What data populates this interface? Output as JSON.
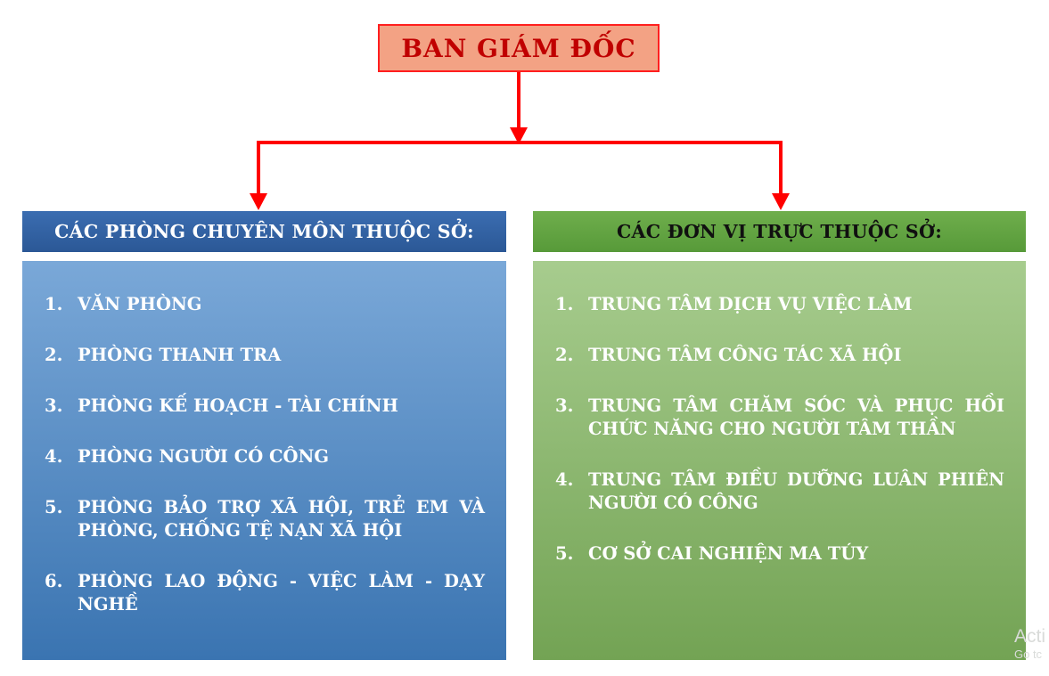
{
  "director": {
    "label": "BAN GIÁM ĐỐC"
  },
  "left_panel": {
    "header": "CÁC PHÒNG CHUYÊN MÔN THUỘC SỞ:",
    "items": [
      {
        "num": "1.",
        "text": "VĂN PHÒNG"
      },
      {
        "num": "2.",
        "text": "PHÒNG THANH TRA"
      },
      {
        "num": "3.",
        "text": "PHÒNG KẾ HOẠCH - TÀI CHÍNH"
      },
      {
        "num": "4.",
        "text": "PHÒNG NGƯỜI CÓ CÔNG"
      },
      {
        "num": "5.",
        "text": "PHÒNG BẢO TRỢ XÃ HỘI, TRẺ EM VÀ PHÒNG, CHỐNG TỆ NẠN XÃ HỘI"
      },
      {
        "num": "6.",
        "text": "PHÒNG LAO ĐỘNG - VIỆC LÀM - DẠY NGHỀ"
      }
    ]
  },
  "right_panel": {
    "header": "CÁC ĐƠN VỊ TRỰC THUỘC SỞ:",
    "items": [
      {
        "num": "1.",
        "text": "TRUNG TÂM DỊCH VỤ VIỆC LÀM"
      },
      {
        "num": "2.",
        "text": "TRUNG TÂM CÔNG TÁC XÃ HỘI"
      },
      {
        "num": "3.",
        "text": "TRUNG TÂM CHĂM SÓC VÀ PHỤC HỒI CHỨC NĂNG CHO NGƯỜI TÂM THẦN"
      },
      {
        "num": "4.",
        "text": "TRUNG TÂM ĐIỀU DƯỠNG LUÂN PHIÊN NGƯỜI CÓ CÔNG"
      },
      {
        "num": "5.",
        "text": "CƠ SỞ CAI NGHIỆN MA TÚY"
      }
    ]
  },
  "watermark": {
    "line1": "Acti",
    "line2": "Go tc"
  },
  "colors": {
    "arrow_red": "#ff0000",
    "director_fill": "#f3a284",
    "director_border": "#ff1f1f",
    "director_text": "#c00000",
    "left_header_bg": "#2f5f9e",
    "left_body_top": "#7aa8d8",
    "left_body_bottom": "#3a74b1",
    "right_header_bg": "#61a341",
    "right_body_top": "#a7cc8e",
    "right_body_bottom": "#73a354",
    "list_text": "#ffffff",
    "right_header_text": "#101010"
  }
}
